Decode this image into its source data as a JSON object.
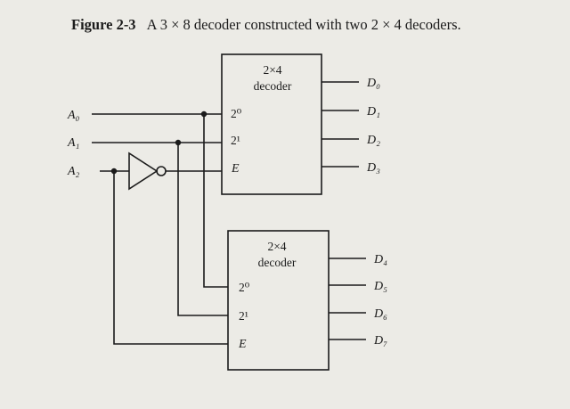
{
  "caption": {
    "label": "Figure 2-3",
    "text": "A 3 × 8 decoder constructed with two 2 × 4 decoders."
  },
  "decoders": [
    {
      "title_line1": "2×4",
      "title_line2": "decoder",
      "pins": [
        "2⁰",
        "2¹",
        "E"
      ],
      "outputs": [
        "D₀",
        "D₁",
        "D₂",
        "D₃"
      ]
    },
    {
      "title_line1": "2×4",
      "title_line2": "decoder",
      "pins": [
        "2⁰",
        "2¹",
        "E"
      ],
      "outputs": [
        "D₄",
        "D₅",
        "D₆",
        "D₇"
      ]
    }
  ],
  "inputs": [
    "A₀",
    "A₁",
    "A₂"
  ]
}
